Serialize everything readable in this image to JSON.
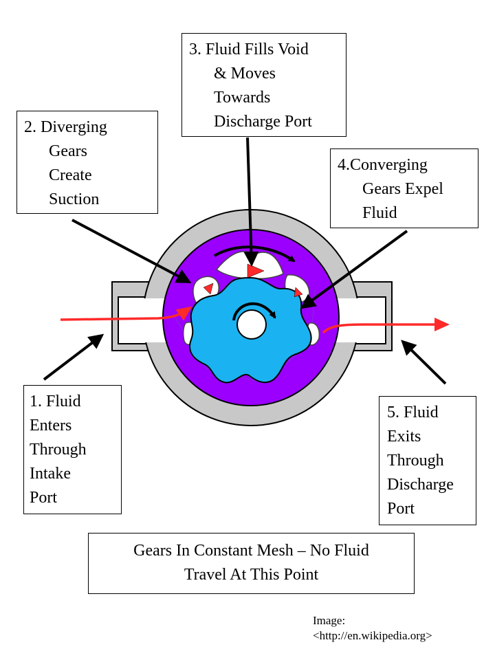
{
  "labels": {
    "step1": [
      "1. Fluid",
      "Enters",
      "Through",
      "Intake",
      "Port"
    ],
    "step2": [
      "2. Diverging",
      "Gears",
      "Create",
      "Suction"
    ],
    "step3": [
      "3. Fluid Fills Void",
      "& Moves",
      "Towards",
      "Discharge Port"
    ],
    "step4": [
      "4.Converging",
      "Gears Expel",
      "Fluid"
    ],
    "step5": [
      "5. Fluid",
      "Exits",
      "Through",
      "Discharge",
      "Port"
    ],
    "mesh": [
      "Gears In Constant Mesh – No Fluid",
      "Travel At This Point"
    ]
  },
  "credit": [
    "Image:",
    "<http://en.wikipedia.org>"
  ],
  "colors": {
    "housing": "#c8c8c8",
    "outer_rotor": "#9b00ff",
    "inner_rotor": "#1ab2f0",
    "flow": "#ff2a2a",
    "outline": "#000000"
  }
}
